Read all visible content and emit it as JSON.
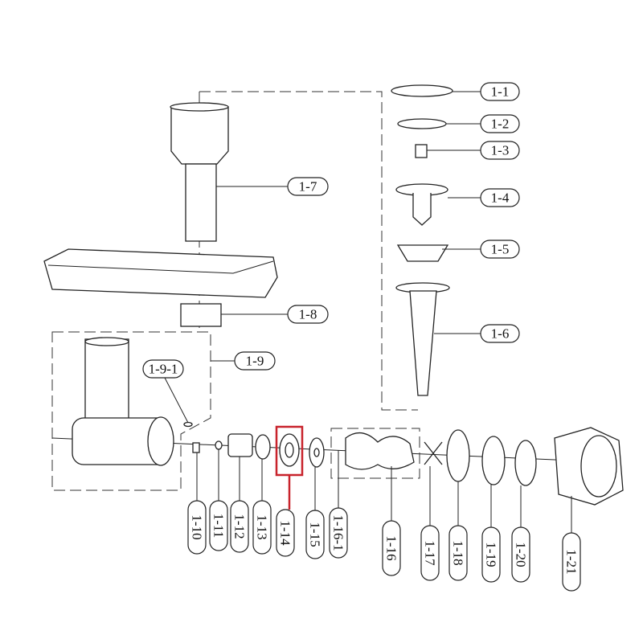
{
  "highlight_color": "#c8232c",
  "highlighted_part": "1-14",
  "labels": {
    "p1_1": "1-1",
    "p1_2": "1-2",
    "p1_3": "1-3",
    "p1_4": "1-4",
    "p1_5": "1-5",
    "p1_6": "1-6",
    "p1_7": "1-7",
    "p1_8": "1-8",
    "p1_9": "1-9",
    "p1_9_1": "1-9-1",
    "p1_10": "1-10",
    "p1_11": "1-11",
    "p1_12": "1-12",
    "p1_13": "1-13",
    "p1_14": "1-14",
    "p1_15": "1-15",
    "p1_16_1": "1-16-1",
    "p1_16": "1-16",
    "p1_17": "1-17",
    "p1_18": "1-18",
    "p1_19": "1-19",
    "p1_20": "1-20",
    "p1_21": "1-21"
  }
}
